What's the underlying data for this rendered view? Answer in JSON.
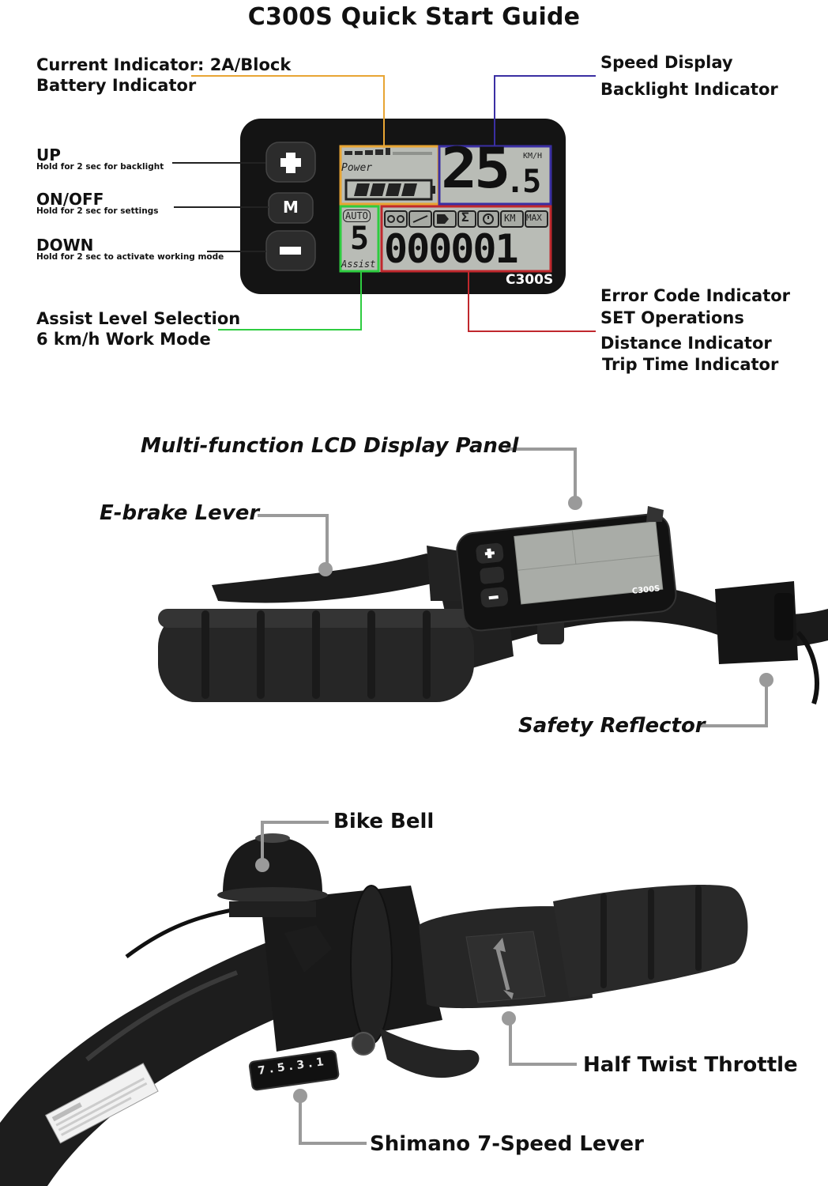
{
  "title": "C300S Quick Start Guide",
  "colors": {
    "orange": "#e8a534",
    "blue": "#3a2fa3",
    "green": "#2ecc40",
    "red": "#c0282d",
    "gray_line": "#9a9a9a",
    "lcd_bg": "#b9bcb6",
    "panel": "#141414"
  },
  "display": {
    "model": "C300S",
    "speed": "25",
    "speed_decimal": ".5",
    "unit": "KM/H",
    "power_label": "Power",
    "auto_label": "AUTO",
    "assist_value": "5",
    "assist_label": "Assist",
    "odometer": "000001",
    "badge_km": "KM",
    "badge_max": "MAX",
    "badge_sigma": "Σ",
    "buttons": {
      "up": "+",
      "mode": "M",
      "down": "−"
    }
  },
  "labels": {
    "current_indicator": "Current Indicator: 2A/Block",
    "battery_indicator": "Battery Indicator",
    "speed_display": "Speed Display",
    "backlight_indicator": "Backlight Indicator",
    "up": "UP",
    "up_hint": "Hold for 2 sec for backlight",
    "onoff": "ON/OFF",
    "onoff_hint": "Hold for 2 sec for settings",
    "down": "DOWN",
    "down_hint": "Hold for 2 sec to activate working mode",
    "assist_level": "Assist Level Selection",
    "work_mode": "6 km/h Work Mode",
    "error_code": "Error Code Indicator",
    "set_operations": "SET Operations",
    "distance": "Distance Indicator",
    "trip_time": "Trip Time Indicator"
  },
  "photo1": {
    "panel_label": "Multi-function LCD Display Panel",
    "ebrake_label": "E-brake Lever",
    "reflector_label": "Safety Reflector",
    "mini_model": "C300S"
  },
  "photo2": {
    "bell_label": "Bike Bell",
    "throttle_label": "Half Twist Throttle",
    "shimano_label": "Shimano 7-Speed Lever",
    "gear_display": "7 . 5 . 3 . 1"
  }
}
